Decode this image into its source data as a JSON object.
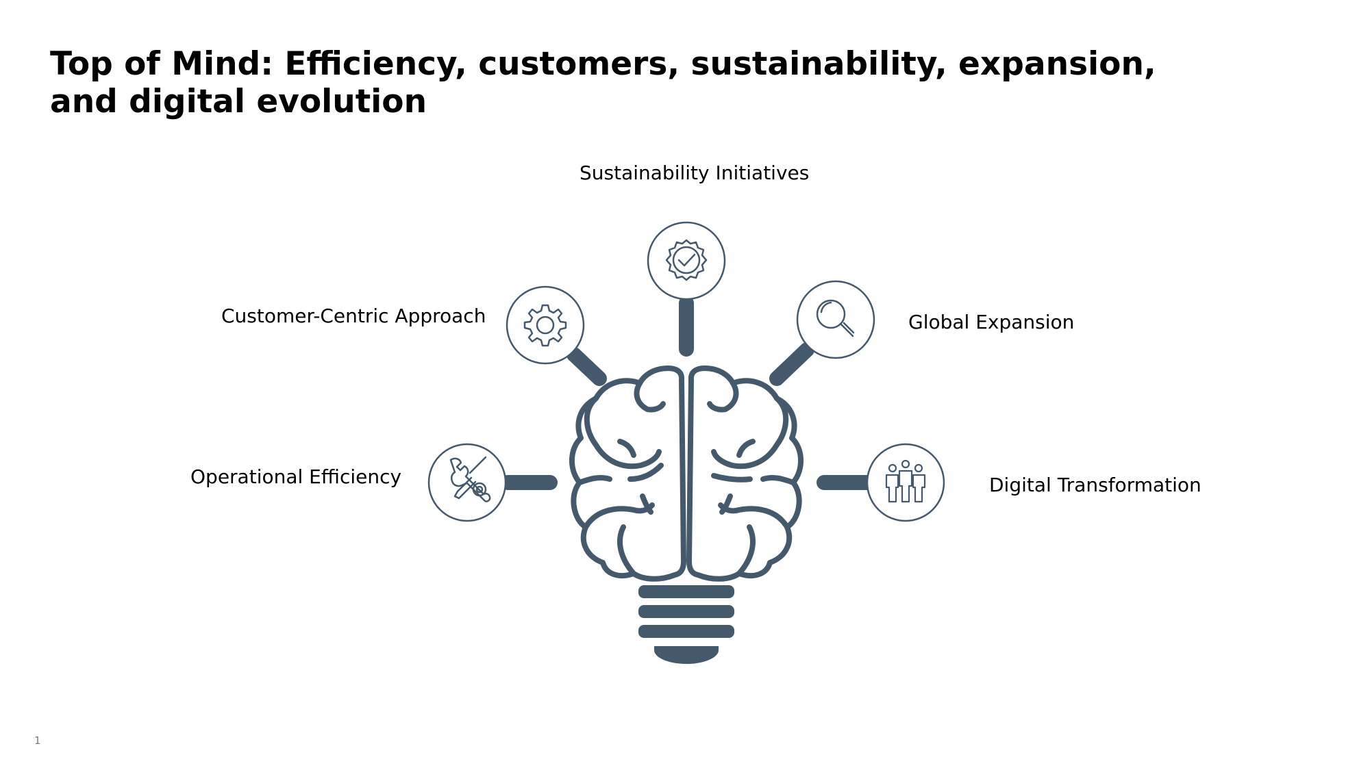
{
  "slide": {
    "title": "Top of Mind: Efficiency, customers, sustainability, expansion, and digital evolution",
    "page_number": "1"
  },
  "diagram": {
    "accent_color": "#44596b",
    "nodes": [
      {
        "id": "sustainability",
        "label": "Sustainability Initiatives",
        "icon": "badge-check-icon"
      },
      {
        "id": "customer",
        "label": "Customer-Centric Approach",
        "icon": "gear-icon"
      },
      {
        "id": "global",
        "label": "Global Expansion",
        "icon": "magnifier-icon"
      },
      {
        "id": "operational",
        "label": "Operational Efficiency",
        "icon": "wrench-screwdriver-icon"
      },
      {
        "id": "digital",
        "label": "Digital Transformation",
        "icon": "people-group-icon"
      }
    ],
    "center_icon": "brain-lightbulb-icon"
  }
}
